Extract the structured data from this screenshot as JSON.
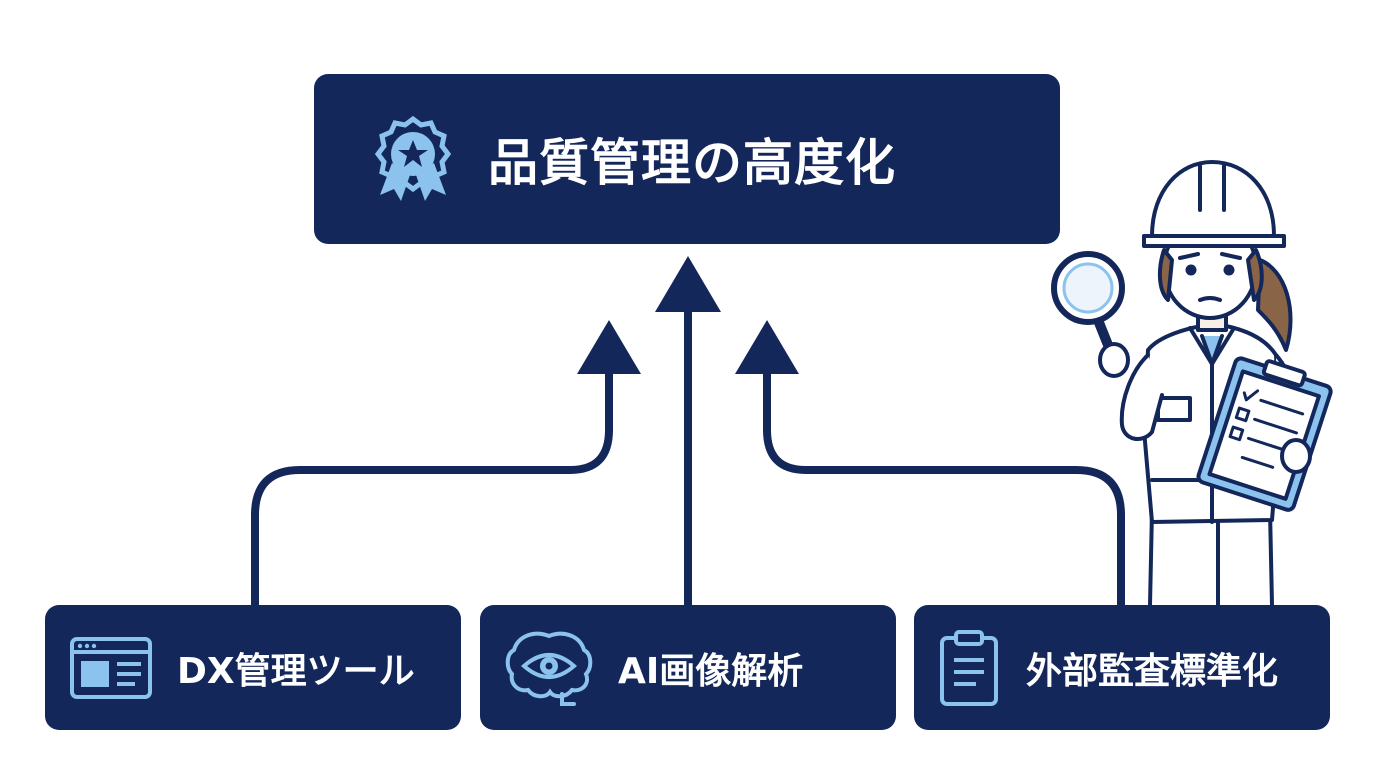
{
  "header": {
    "title": "品質管理の高度化",
    "icon": "award-ribbon-icon"
  },
  "inputs": [
    {
      "label": "DX管理ツール",
      "icon": "browser-dashboard-icon"
    },
    {
      "label": "AI画像解析",
      "icon": "brain-eye-icon"
    },
    {
      "label": "外部監査標準化",
      "icon": "clipboard-icon"
    }
  ],
  "illustration": {
    "subject": "inspector-illustration",
    "items": [
      "hard-hat",
      "magnifying-glass",
      "clipboard-checklist"
    ]
  },
  "colors": {
    "navy": "#13275a",
    "accent": "#8cc3ee",
    "background": "#ffffff"
  }
}
